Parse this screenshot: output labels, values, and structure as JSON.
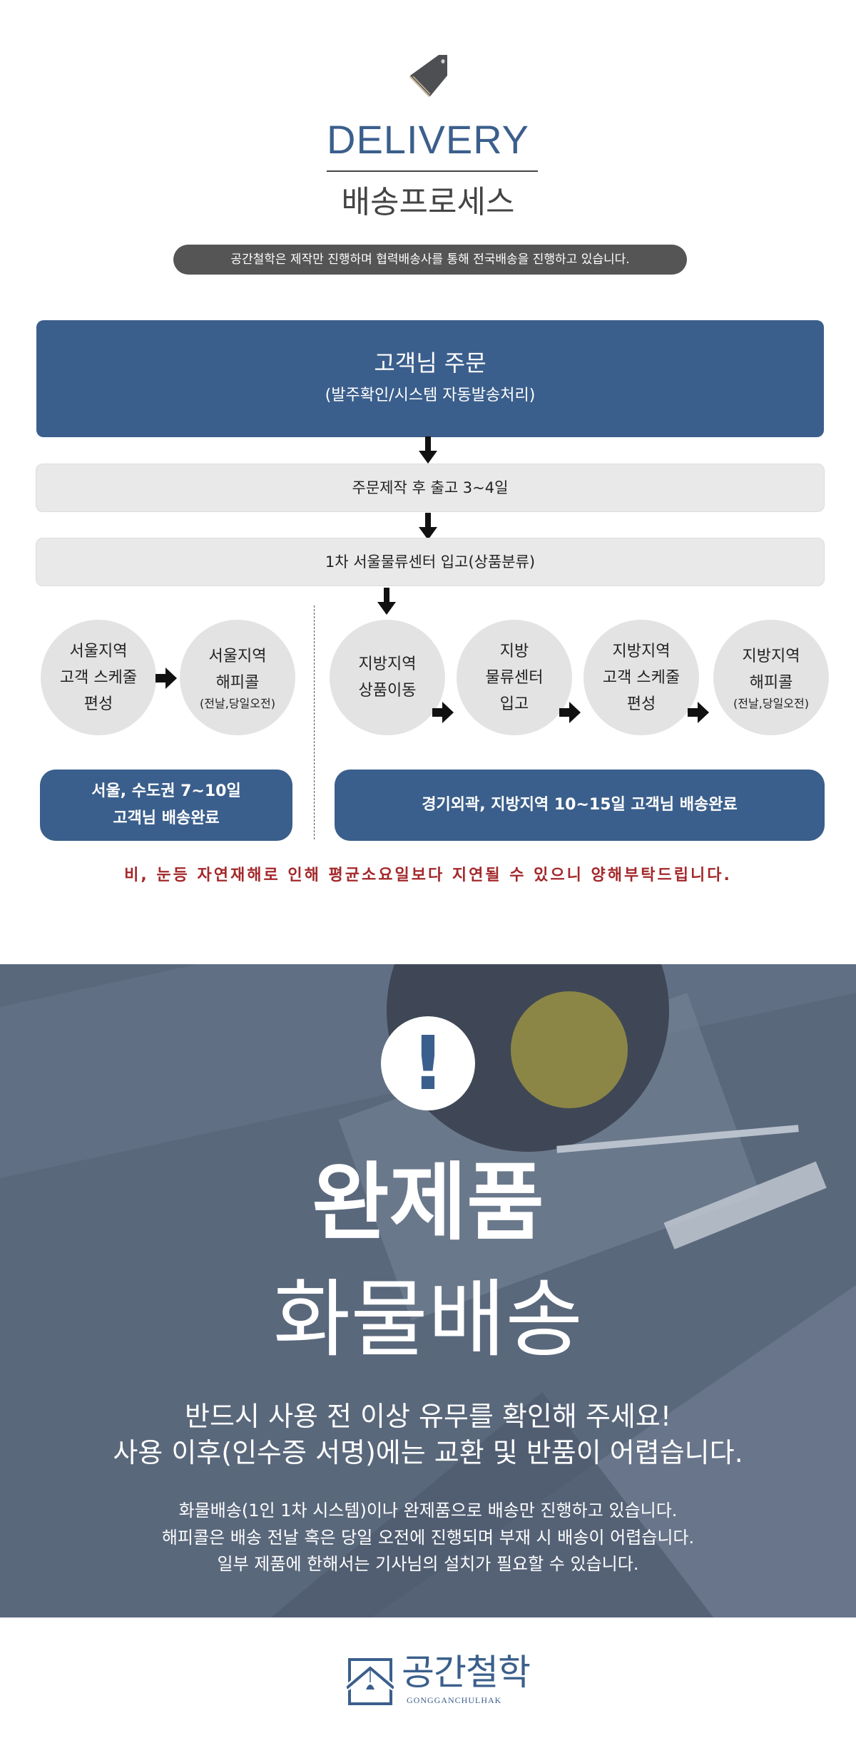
{
  "header": {
    "title_en": "DELIVERY",
    "title_ko": "배송프로세스",
    "notice": "공간철학은 제작만 진행하며 협력배송사를 통해 전국배송을 진행하고 있습니다."
  },
  "process": {
    "order": {
      "title": "고객님 주문",
      "subtitle": "(발주확인/시스템 자동발송처리)"
    },
    "step2": "주문제작 후 출고 3~4일",
    "step3": "1차 서울물류센터 입고(상품분류)",
    "seoul_circles": [
      {
        "lines": [
          "서울지역",
          "고객 스케줄",
          "편성"
        ]
      },
      {
        "lines": [
          "서울지역",
          "해피콜"
        ],
        "small": "(전날,당일오전)"
      }
    ],
    "local_circles": [
      {
        "lines": [
          "지방지역",
          "상품이동"
        ]
      },
      {
        "lines": [
          "지방",
          "물류센터",
          "입고"
        ]
      },
      {
        "lines": [
          "지방지역",
          "고객 스케줄",
          "편성"
        ]
      },
      {
        "lines": [
          "지방지역",
          "해피콜"
        ],
        "small": "(전날,당일오전)"
      }
    ],
    "seoul_result": [
      "서울, 수도권 7~10일",
      "고객님 배송완료"
    ],
    "local_result": "경기외곽, 지방지역 10~15일  고객님 배송완료",
    "note": "비, 눈등 자연재해로 인해 평균소요일보다 지연될 수 있으니 양해부탁드립니다."
  },
  "freight": {
    "icon": "!",
    "title_bold": "완제품",
    "title_light": "화물배송",
    "warning": [
      "반드시 사용 전 이상 유무를 확인해 주세요!",
      "사용 이후(인수증 서명)에는 교환 및 반품이 어렵습니다."
    ],
    "details": [
      "화물배송(1인 1차 시스템)이나 완제품으로 배송만 진행하고 있습니다.",
      "해피콜은 배송 전날 혹은 당일 오전에 진행되며 부재 시 배송이 어렵습니다.",
      "일부 제품에 한해서는 기사님의 설치가 필요할 수 있습니다."
    ]
  },
  "footer": {
    "logo_ko": "공간철학",
    "logo_en": "GONGGANCHULHAK"
  },
  "colors": {
    "brand": "#3b5f8c",
    "note": "#a3282b",
    "pill": "#555555"
  }
}
